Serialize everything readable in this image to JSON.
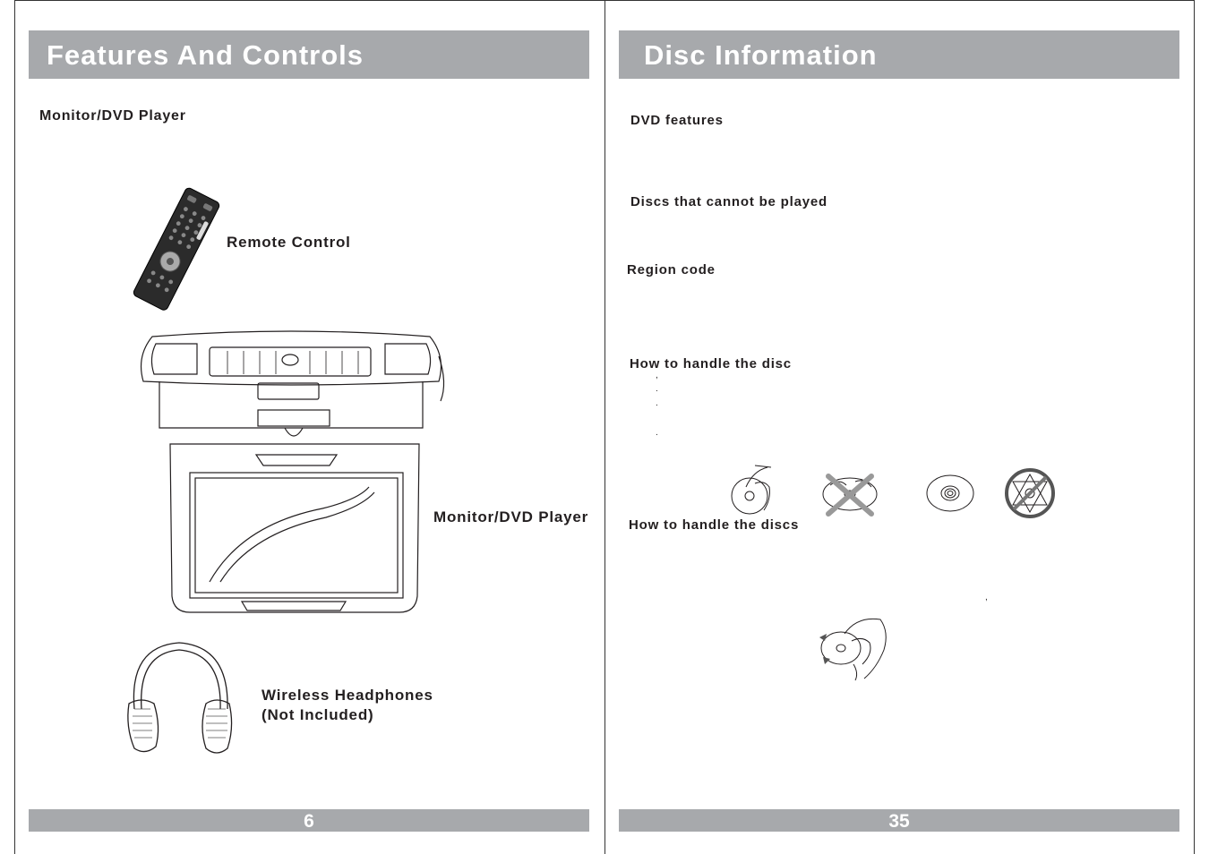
{
  "left_page": {
    "header": "Features And Controls",
    "section_title": "Monitor/DVD Player",
    "remote_label": "Remote Control",
    "monitor_label": "Monitor/DVD Player",
    "headphones_label_line1": "Wireless Headphones",
    "headphones_label_line2": "(Not Included)",
    "page_number": "6"
  },
  "right_page": {
    "header": "Disc Information",
    "sections": {
      "dvd_features": "DVD features",
      "cannot_play": "Discs that cannot be played",
      "region_code": "Region code",
      "handle_disc": "How to handle the disc",
      "handle_discs": "How to handle the discs"
    },
    "page_number": "35"
  },
  "colors": {
    "bar": "#a7a9ac",
    "text": "#231f20",
    "line": "#333333"
  }
}
